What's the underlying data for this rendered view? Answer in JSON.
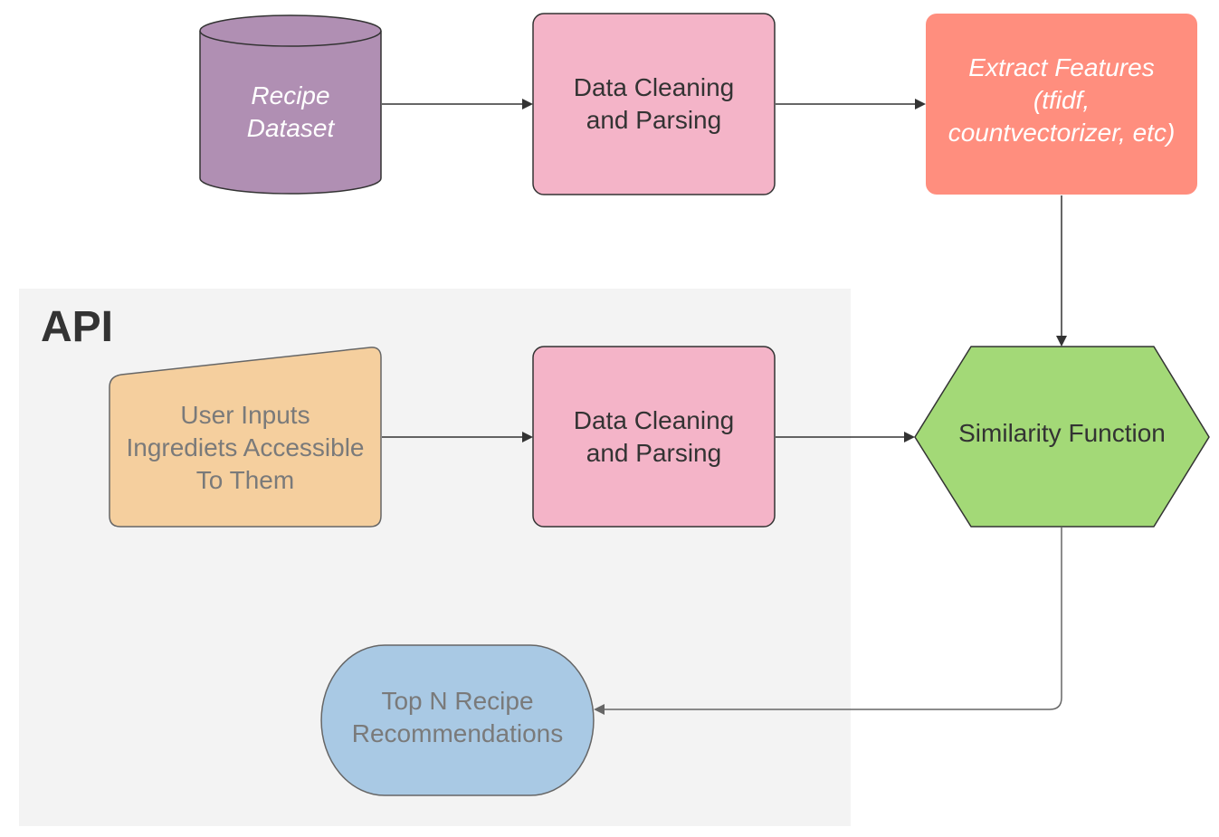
{
  "api_section": {
    "title": "API"
  },
  "nodes": {
    "dataset": {
      "label": "Recipe\nDataset",
      "fill": "#b08fb3",
      "text_color": "#ffffff"
    },
    "clean_top": {
      "label": "Data Cleaning\nand Parsing",
      "fill": "#f4b4c8",
      "text_color": "#333333"
    },
    "features": {
      "label": "Extract Features\n(tfidf,\ncountvectorizer, etc)",
      "fill": "#ff8e7e",
      "text_color": "#ffffff"
    },
    "user_input": {
      "label": "User Inputs\nIngrediets Accessible\nTo Them",
      "fill": "#f5cf9e",
      "text_color": "#7a7a7a"
    },
    "clean_api": {
      "label": "Data Cleaning\nand Parsing",
      "fill": "#f4b4c8",
      "text_color": "#333333"
    },
    "similarity": {
      "label": "Similarity Function",
      "fill": "#a3d977",
      "text_color": "#333333"
    },
    "recommendations": {
      "label": "Top N Recipe\nRecommendations",
      "fill": "#a9c9e4",
      "text_color": "#7a7a7a"
    }
  },
  "colors": {
    "panel": "#f3f3f3",
    "stroke": "#333333",
    "arrow": "#333333",
    "arrow_light": "#666666"
  }
}
